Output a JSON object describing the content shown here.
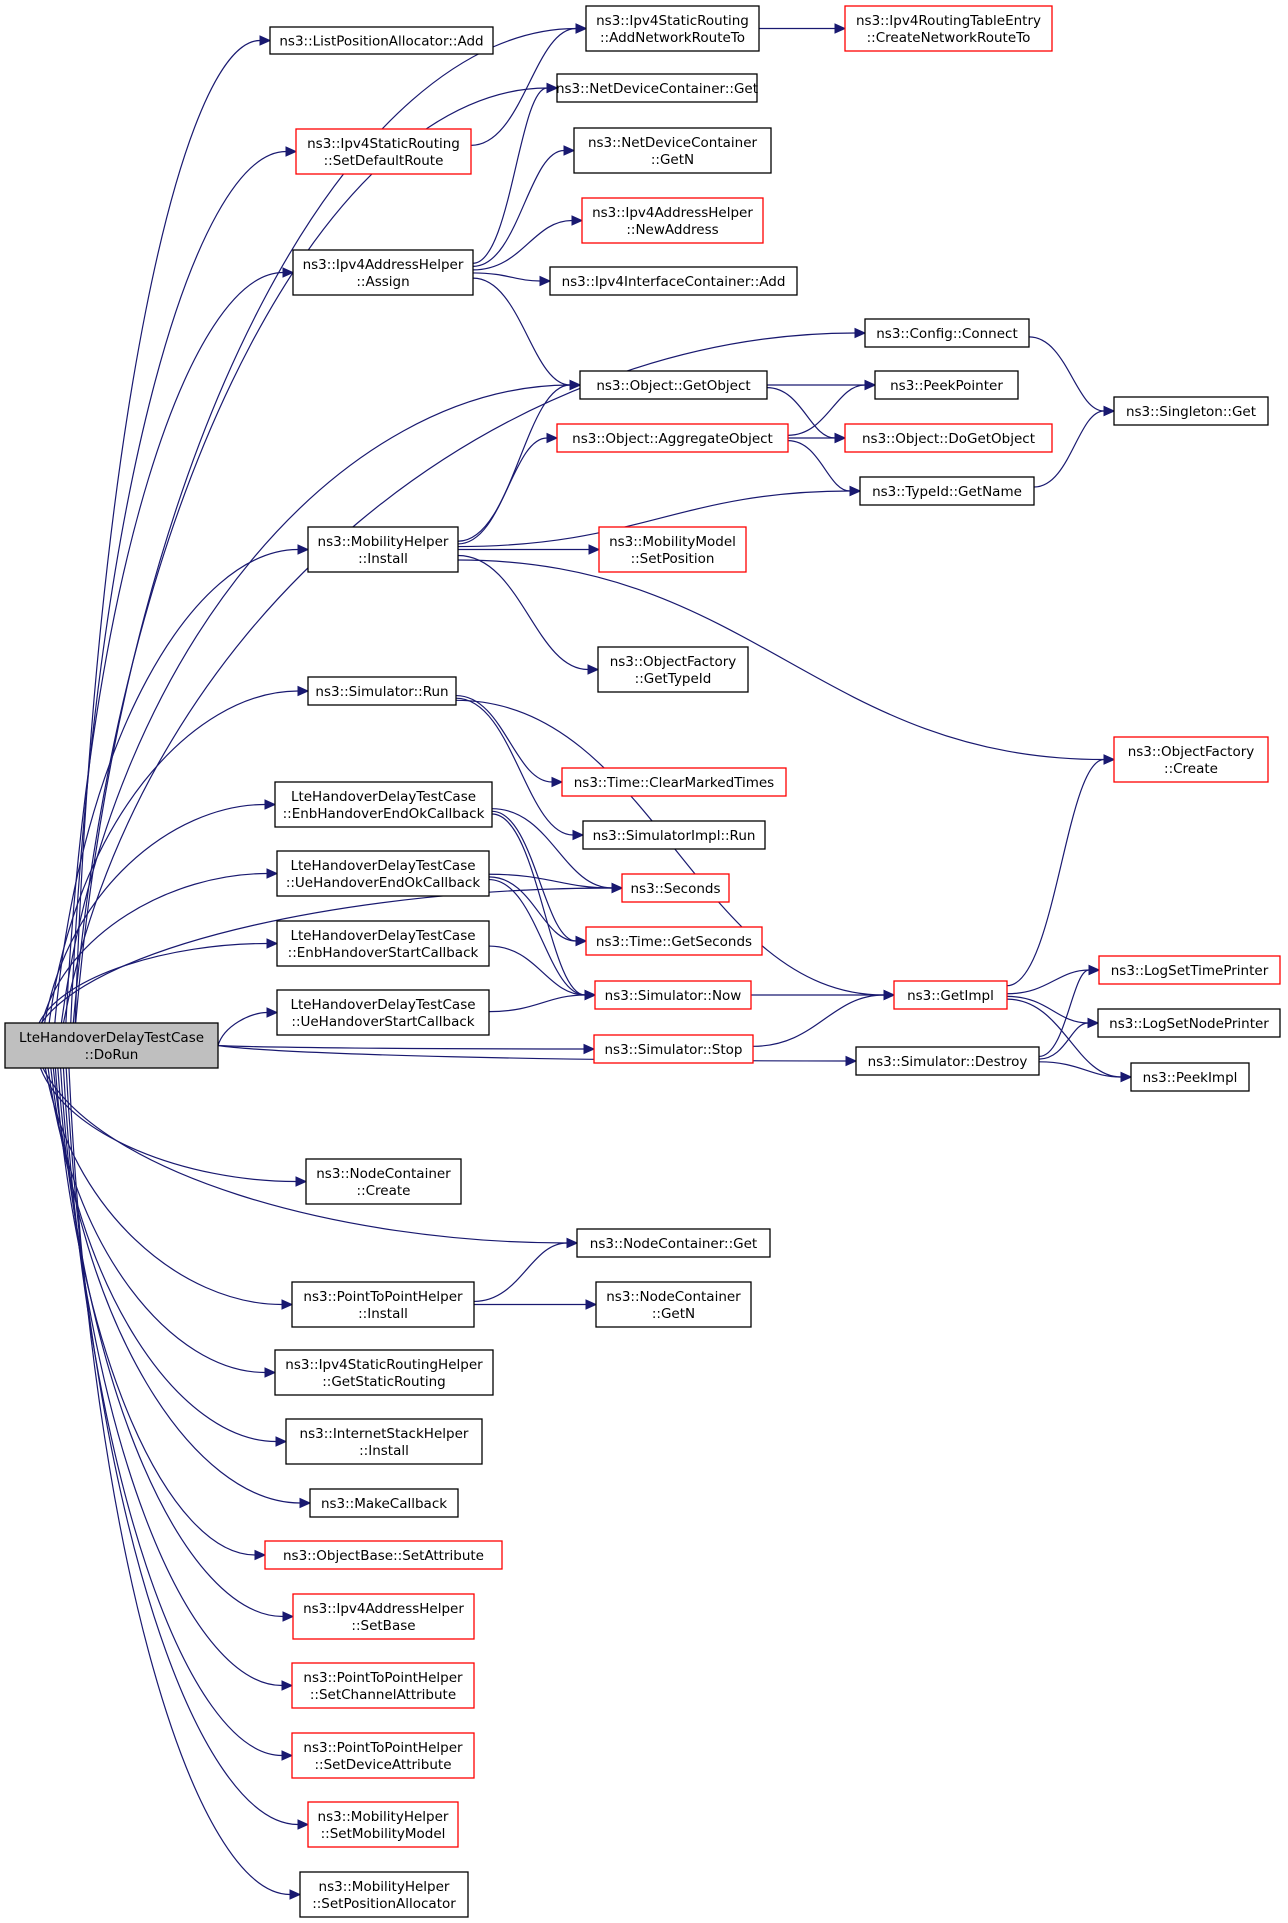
{
  "colors": {
    "edge": "#191970",
    "normal_border": "#000000",
    "incomplete_border": "#ff0000",
    "root_fill": "#bfbfbf"
  },
  "nodes": [
    {
      "id": "root",
      "lines": [
        "LteHandoverDelayTestCase",
        "::DoRun"
      ],
      "style": "root"
    },
    {
      "id": "lpa_add",
      "lines": [
        "ns3::ListPositionAllocator::Add"
      ],
      "style": "normal"
    },
    {
      "id": "isr_anrt",
      "lines": [
        "ns3::Ipv4StaticRouting",
        "::AddNetworkRouteTo"
      ],
      "style": "normal"
    },
    {
      "id": "irte_cnrt",
      "lines": [
        "ns3::Ipv4RoutingTableEntry",
        "::CreateNetworkRouteTo"
      ],
      "style": "red"
    },
    {
      "id": "isr_sdr",
      "lines": [
        "ns3::Ipv4StaticRouting",
        "::SetDefaultRoute"
      ],
      "style": "red"
    },
    {
      "id": "ndc_get",
      "lines": [
        "ns3::NetDeviceContainer::Get"
      ],
      "style": "normal"
    },
    {
      "id": "ndc_getn",
      "lines": [
        "ns3::NetDeviceContainer",
        "::GetN"
      ],
      "style": "normal"
    },
    {
      "id": "iah_newaddr",
      "lines": [
        "ns3::Ipv4AddressHelper",
        "::NewAddress"
      ],
      "style": "red"
    },
    {
      "id": "iah_assign",
      "lines": [
        "ns3::Ipv4AddressHelper",
        "::Assign"
      ],
      "style": "normal"
    },
    {
      "id": "iic_add",
      "lines": [
        "ns3::Ipv4InterfaceContainer::Add"
      ],
      "style": "normal"
    },
    {
      "id": "cfg_connect",
      "lines": [
        "ns3::Config::Connect"
      ],
      "style": "normal"
    },
    {
      "id": "singleton_get",
      "lines": [
        "ns3::Singleton::Get"
      ],
      "style": "normal"
    },
    {
      "id": "obj_getobject",
      "lines": [
        "ns3::Object::GetObject"
      ],
      "style": "normal"
    },
    {
      "id": "peekpointer",
      "lines": [
        "ns3::PeekPointer"
      ],
      "style": "normal"
    },
    {
      "id": "obj_aggregate",
      "lines": [
        "ns3::Object::AggregateObject"
      ],
      "style": "red"
    },
    {
      "id": "obj_dogetobject",
      "lines": [
        "ns3::Object::DoGetObject"
      ],
      "style": "red"
    },
    {
      "id": "typeid_getname",
      "lines": [
        "ns3::TypeId::GetName"
      ],
      "style": "normal"
    },
    {
      "id": "mh_install",
      "lines": [
        "ns3::MobilityHelper",
        "::Install"
      ],
      "style": "normal"
    },
    {
      "id": "mm_setpos",
      "lines": [
        "ns3::MobilityModel",
        "::SetPosition"
      ],
      "style": "red"
    },
    {
      "id": "of_gettypeid",
      "lines": [
        "ns3::ObjectFactory",
        "::GetTypeId"
      ],
      "style": "normal"
    },
    {
      "id": "of_create",
      "lines": [
        "ns3::ObjectFactory",
        "::Create"
      ],
      "style": "red"
    },
    {
      "id": "sim_run",
      "lines": [
        "ns3::Simulator::Run"
      ],
      "style": "normal"
    },
    {
      "id": "time_cmt",
      "lines": [
        "ns3::Time::ClearMarkedTimes"
      ],
      "style": "red"
    },
    {
      "id": "simimpl_run",
      "lines": [
        "ns3::SimulatorImpl::Run"
      ],
      "style": "normal"
    },
    {
      "id": "cb_enb_end",
      "lines": [
        "LteHandoverDelayTestCase",
        "::EnbHandoverEndOkCallback"
      ],
      "style": "normal"
    },
    {
      "id": "seconds",
      "lines": [
        "ns3::Seconds"
      ],
      "style": "red"
    },
    {
      "id": "cb_ue_end",
      "lines": [
        "LteHandoverDelayTestCase",
        "::UeHandoverEndOkCallback"
      ],
      "style": "normal"
    },
    {
      "id": "time_getsec",
      "lines": [
        "ns3::Time::GetSeconds"
      ],
      "style": "red"
    },
    {
      "id": "cb_enb_start",
      "lines": [
        "LteHandoverDelayTestCase",
        "::EnbHandoverStartCallback"
      ],
      "style": "normal"
    },
    {
      "id": "sim_now",
      "lines": [
        "ns3::Simulator::Now"
      ],
      "style": "red"
    },
    {
      "id": "getimpl",
      "lines": [
        "ns3::GetImpl"
      ],
      "style": "red"
    },
    {
      "id": "logsettime",
      "lines": [
        "ns3::LogSetTimePrinter"
      ],
      "style": "red"
    },
    {
      "id": "cb_ue_start",
      "lines": [
        "LteHandoverDelayTestCase",
        "::UeHandoverStartCallback"
      ],
      "style": "normal"
    },
    {
      "id": "logsetnode",
      "lines": [
        "ns3::LogSetNodePrinter"
      ],
      "style": "normal"
    },
    {
      "id": "sim_stop",
      "lines": [
        "ns3::Simulator::Stop"
      ],
      "style": "red"
    },
    {
      "id": "sim_destroy",
      "lines": [
        "ns3::Simulator::Destroy"
      ],
      "style": "normal"
    },
    {
      "id": "peekimpl",
      "lines": [
        "ns3::PeekImpl"
      ],
      "style": "normal"
    },
    {
      "id": "nc_create",
      "lines": [
        "ns3::NodeContainer",
        "::Create"
      ],
      "style": "normal"
    },
    {
      "id": "nc_get",
      "lines": [
        "ns3::NodeContainer::Get"
      ],
      "style": "normal"
    },
    {
      "id": "p2p_install",
      "lines": [
        "ns3::PointToPointHelper",
        "::Install"
      ],
      "style": "normal"
    },
    {
      "id": "nc_getn",
      "lines": [
        "ns3::NodeContainer",
        "::GetN"
      ],
      "style": "normal"
    },
    {
      "id": "isrh_gsr",
      "lines": [
        "ns3::Ipv4StaticRoutingHelper",
        "::GetStaticRouting"
      ],
      "style": "normal"
    },
    {
      "id": "ish_install",
      "lines": [
        "ns3::InternetStackHelper",
        "::Install"
      ],
      "style": "normal"
    },
    {
      "id": "makecallback",
      "lines": [
        "ns3::MakeCallback"
      ],
      "style": "normal"
    },
    {
      "id": "ob_setattr",
      "lines": [
        "ns3::ObjectBase::SetAttribute"
      ],
      "style": "red"
    },
    {
      "id": "iah_setbase",
      "lines": [
        "ns3::Ipv4AddressHelper",
        "::SetBase"
      ],
      "style": "red"
    },
    {
      "id": "p2p_setchan",
      "lines": [
        "ns3::PointToPointHelper",
        "::SetChannelAttribute"
      ],
      "style": "red"
    },
    {
      "id": "p2p_setdev",
      "lines": [
        "ns3::PointToPointHelper",
        "::SetDeviceAttribute"
      ],
      "style": "red"
    },
    {
      "id": "mh_setmm",
      "lines": [
        "ns3::MobilityHelper",
        "::SetMobilityModel"
      ],
      "style": "red"
    },
    {
      "id": "mh_setpa",
      "lines": [
        "ns3::MobilityHelper",
        "::SetPositionAllocator"
      ],
      "style": "normal"
    }
  ],
  "edges": [
    [
      "root",
      "lpa_add"
    ],
    [
      "root",
      "isr_anrt"
    ],
    [
      "root",
      "isr_sdr"
    ],
    [
      "root",
      "ndc_get"
    ],
    [
      "root",
      "iah_assign"
    ],
    [
      "root",
      "cfg_connect"
    ],
    [
      "root",
      "obj_getobject"
    ],
    [
      "root",
      "mh_install"
    ],
    [
      "root",
      "sim_run"
    ],
    [
      "root",
      "seconds"
    ],
    [
      "root",
      "cb_enb_end"
    ],
    [
      "root",
      "cb_ue_end"
    ],
    [
      "root",
      "cb_enb_start"
    ],
    [
      "root",
      "cb_ue_start"
    ],
    [
      "root",
      "sim_stop"
    ],
    [
      "root",
      "sim_destroy"
    ],
    [
      "root",
      "nc_create"
    ],
    [
      "root",
      "nc_get"
    ],
    [
      "root",
      "p2p_install"
    ],
    [
      "root",
      "isrh_gsr"
    ],
    [
      "root",
      "ish_install"
    ],
    [
      "root",
      "makecallback"
    ],
    [
      "root",
      "ob_setattr"
    ],
    [
      "root",
      "iah_setbase"
    ],
    [
      "root",
      "p2p_setchan"
    ],
    [
      "root",
      "p2p_setdev"
    ],
    [
      "root",
      "mh_setmm"
    ],
    [
      "root",
      "mh_setpa"
    ],
    [
      "isr_anrt",
      "irte_cnrt"
    ],
    [
      "isr_sdr",
      "isr_anrt"
    ],
    [
      "iah_assign",
      "ndc_get"
    ],
    [
      "iah_assign",
      "ndc_getn"
    ],
    [
      "iah_assign",
      "iah_newaddr"
    ],
    [
      "iah_assign",
      "iic_add"
    ],
    [
      "iah_assign",
      "obj_getobject"
    ],
    [
      "cfg_connect",
      "singleton_get"
    ],
    [
      "obj_getobject",
      "peekpointer"
    ],
    [
      "obj_getobject",
      "obj_dogetobject"
    ],
    [
      "obj_aggregate",
      "peekpointer"
    ],
    [
      "obj_aggregate",
      "obj_dogetobject"
    ],
    [
      "obj_aggregate",
      "typeid_getname"
    ],
    [
      "typeid_getname",
      "singleton_get"
    ],
    [
      "mh_install",
      "obj_getobject"
    ],
    [
      "mh_install",
      "obj_aggregate"
    ],
    [
      "mh_install",
      "typeid_getname"
    ],
    [
      "mh_install",
      "mm_setpos"
    ],
    [
      "mh_install",
      "of_gettypeid"
    ],
    [
      "mh_install",
      "of_create"
    ],
    [
      "sim_run",
      "time_cmt"
    ],
    [
      "sim_run",
      "simimpl_run"
    ],
    [
      "sim_run",
      "getimpl"
    ],
    [
      "cb_enb_end",
      "seconds"
    ],
    [
      "cb_enb_end",
      "time_getsec"
    ],
    [
      "cb_enb_end",
      "sim_now"
    ],
    [
      "cb_ue_end",
      "seconds"
    ],
    [
      "cb_ue_end",
      "time_getsec"
    ],
    [
      "cb_ue_end",
      "sim_now"
    ],
    [
      "cb_enb_start",
      "sim_now"
    ],
    [
      "cb_ue_start",
      "sim_now"
    ],
    [
      "sim_now",
      "getimpl"
    ],
    [
      "sim_stop",
      "getimpl"
    ],
    [
      "getimpl",
      "of_create"
    ],
    [
      "getimpl",
      "logsettime"
    ],
    [
      "getimpl",
      "logsetnode"
    ],
    [
      "getimpl",
      "peekimpl"
    ],
    [
      "sim_destroy",
      "logsettime"
    ],
    [
      "sim_destroy",
      "logsetnode"
    ],
    [
      "sim_destroy",
      "peekimpl"
    ],
    [
      "p2p_install",
      "nc_get"
    ],
    [
      "p2p_install",
      "nc_getn"
    ]
  ]
}
